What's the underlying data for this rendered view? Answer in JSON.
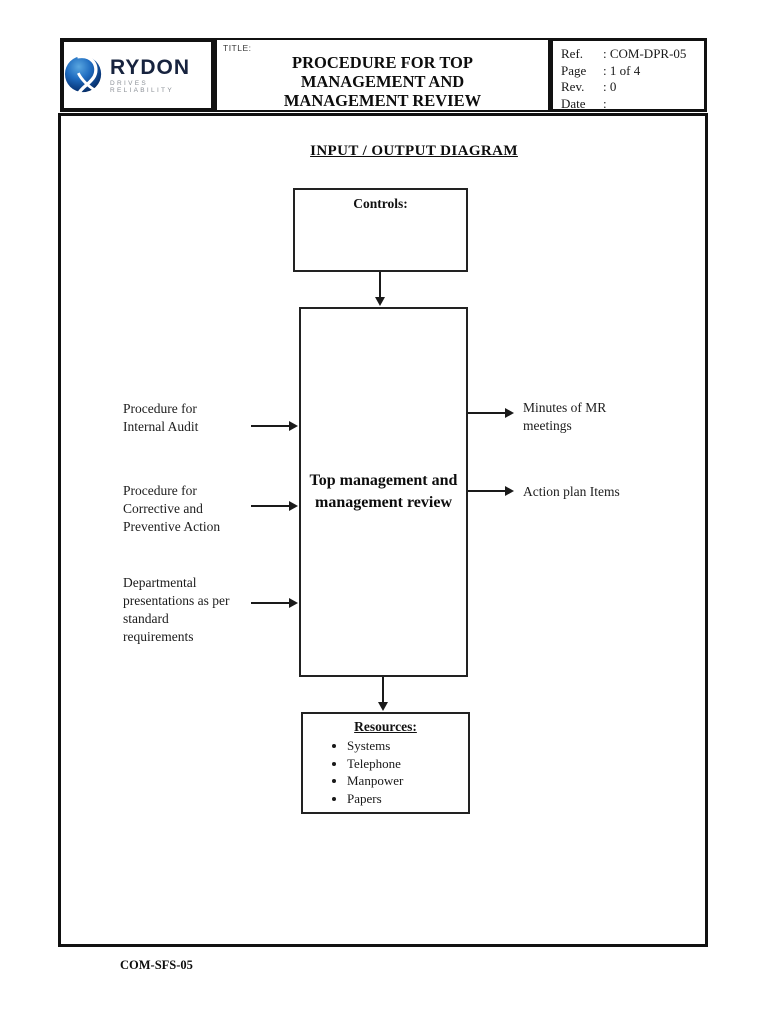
{
  "header": {
    "logo": {
      "brand": "RYDON",
      "tagline": "DRIVES RELIABILITY",
      "sphere_color": "#1f6cc0"
    },
    "title_label": "TITLE:",
    "title": "PROCEDURE FOR TOP MANAGEMENT AND MANAGEMENT REVIEW",
    "meta": [
      {
        "label": "Ref.",
        "value": ": COM-DPR-05"
      },
      {
        "label": "Page",
        "value": ": 1 of 4"
      },
      {
        "label": "Rev.",
        "value": ": 0"
      },
      {
        "label": "Date",
        "value": ":"
      }
    ]
  },
  "diagram": {
    "heading": "INPUT / OUTPUT DIAGRAM",
    "controls_box": {
      "title": "Controls:"
    },
    "process_box": {
      "title": "Top management and management review"
    },
    "inputs": [
      {
        "text": "Procedure for Internal Audit"
      },
      {
        "text": "Procedure for Corrective and Preventive Action"
      },
      {
        "text": "Departmental presentations as per standard requirements"
      }
    ],
    "outputs": [
      {
        "text": "Minutes of MR meetings"
      },
      {
        "text": "Action plan Items"
      }
    ],
    "resources_box": {
      "title": "Resources:",
      "items": [
        "Systems",
        "Telephone",
        "Manpower",
        "Papers"
      ]
    }
  },
  "footer": {
    "code": "COM-SFS-05"
  }
}
